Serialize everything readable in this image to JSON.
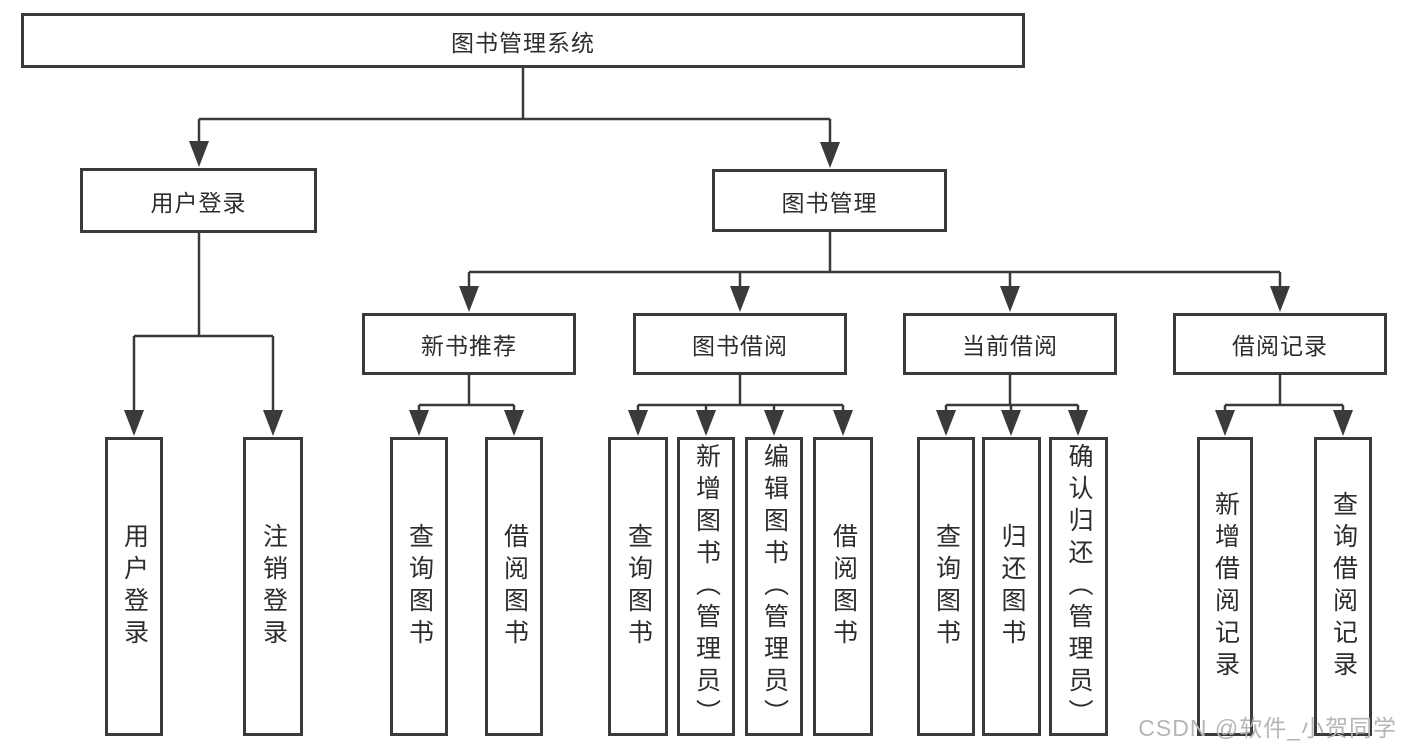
{
  "diagram_title": "图书管理系统",
  "colors": {
    "line": "#3a3a3a",
    "text": "#2d2d2d",
    "box_background": "#ffffff",
    "watermark": "#b5b5b5"
  },
  "tree": {
    "root": {
      "label": "图书管理系统"
    },
    "branches": [
      {
        "label": "用户登录",
        "children": [
          {
            "label": "用户登录"
          },
          {
            "label": "注销登录"
          }
        ]
      },
      {
        "label": "图书管理",
        "children": [
          {
            "label": "新书推荐",
            "children": [
              {
                "label": "查询图书"
              },
              {
                "label": "借阅图书"
              }
            ]
          },
          {
            "label": "图书借阅",
            "children": [
              {
                "label": "查询图书"
              },
              {
                "label": "新增图书（管理员）"
              },
              {
                "label": "编辑图书（管理员）"
              },
              {
                "label": "借阅图书"
              }
            ]
          },
          {
            "label": "当前借阅",
            "children": [
              {
                "label": "查询图书"
              },
              {
                "label": "归还图书"
              },
              {
                "label": "确认归还（管理员）"
              }
            ]
          },
          {
            "label": "借阅记录",
            "children": [
              {
                "label": "新增借阅记录"
              },
              {
                "label": "查询借阅记录"
              }
            ]
          }
        ]
      }
    ]
  },
  "watermark": {
    "text": "CSDN @软件_小贺同学"
  }
}
